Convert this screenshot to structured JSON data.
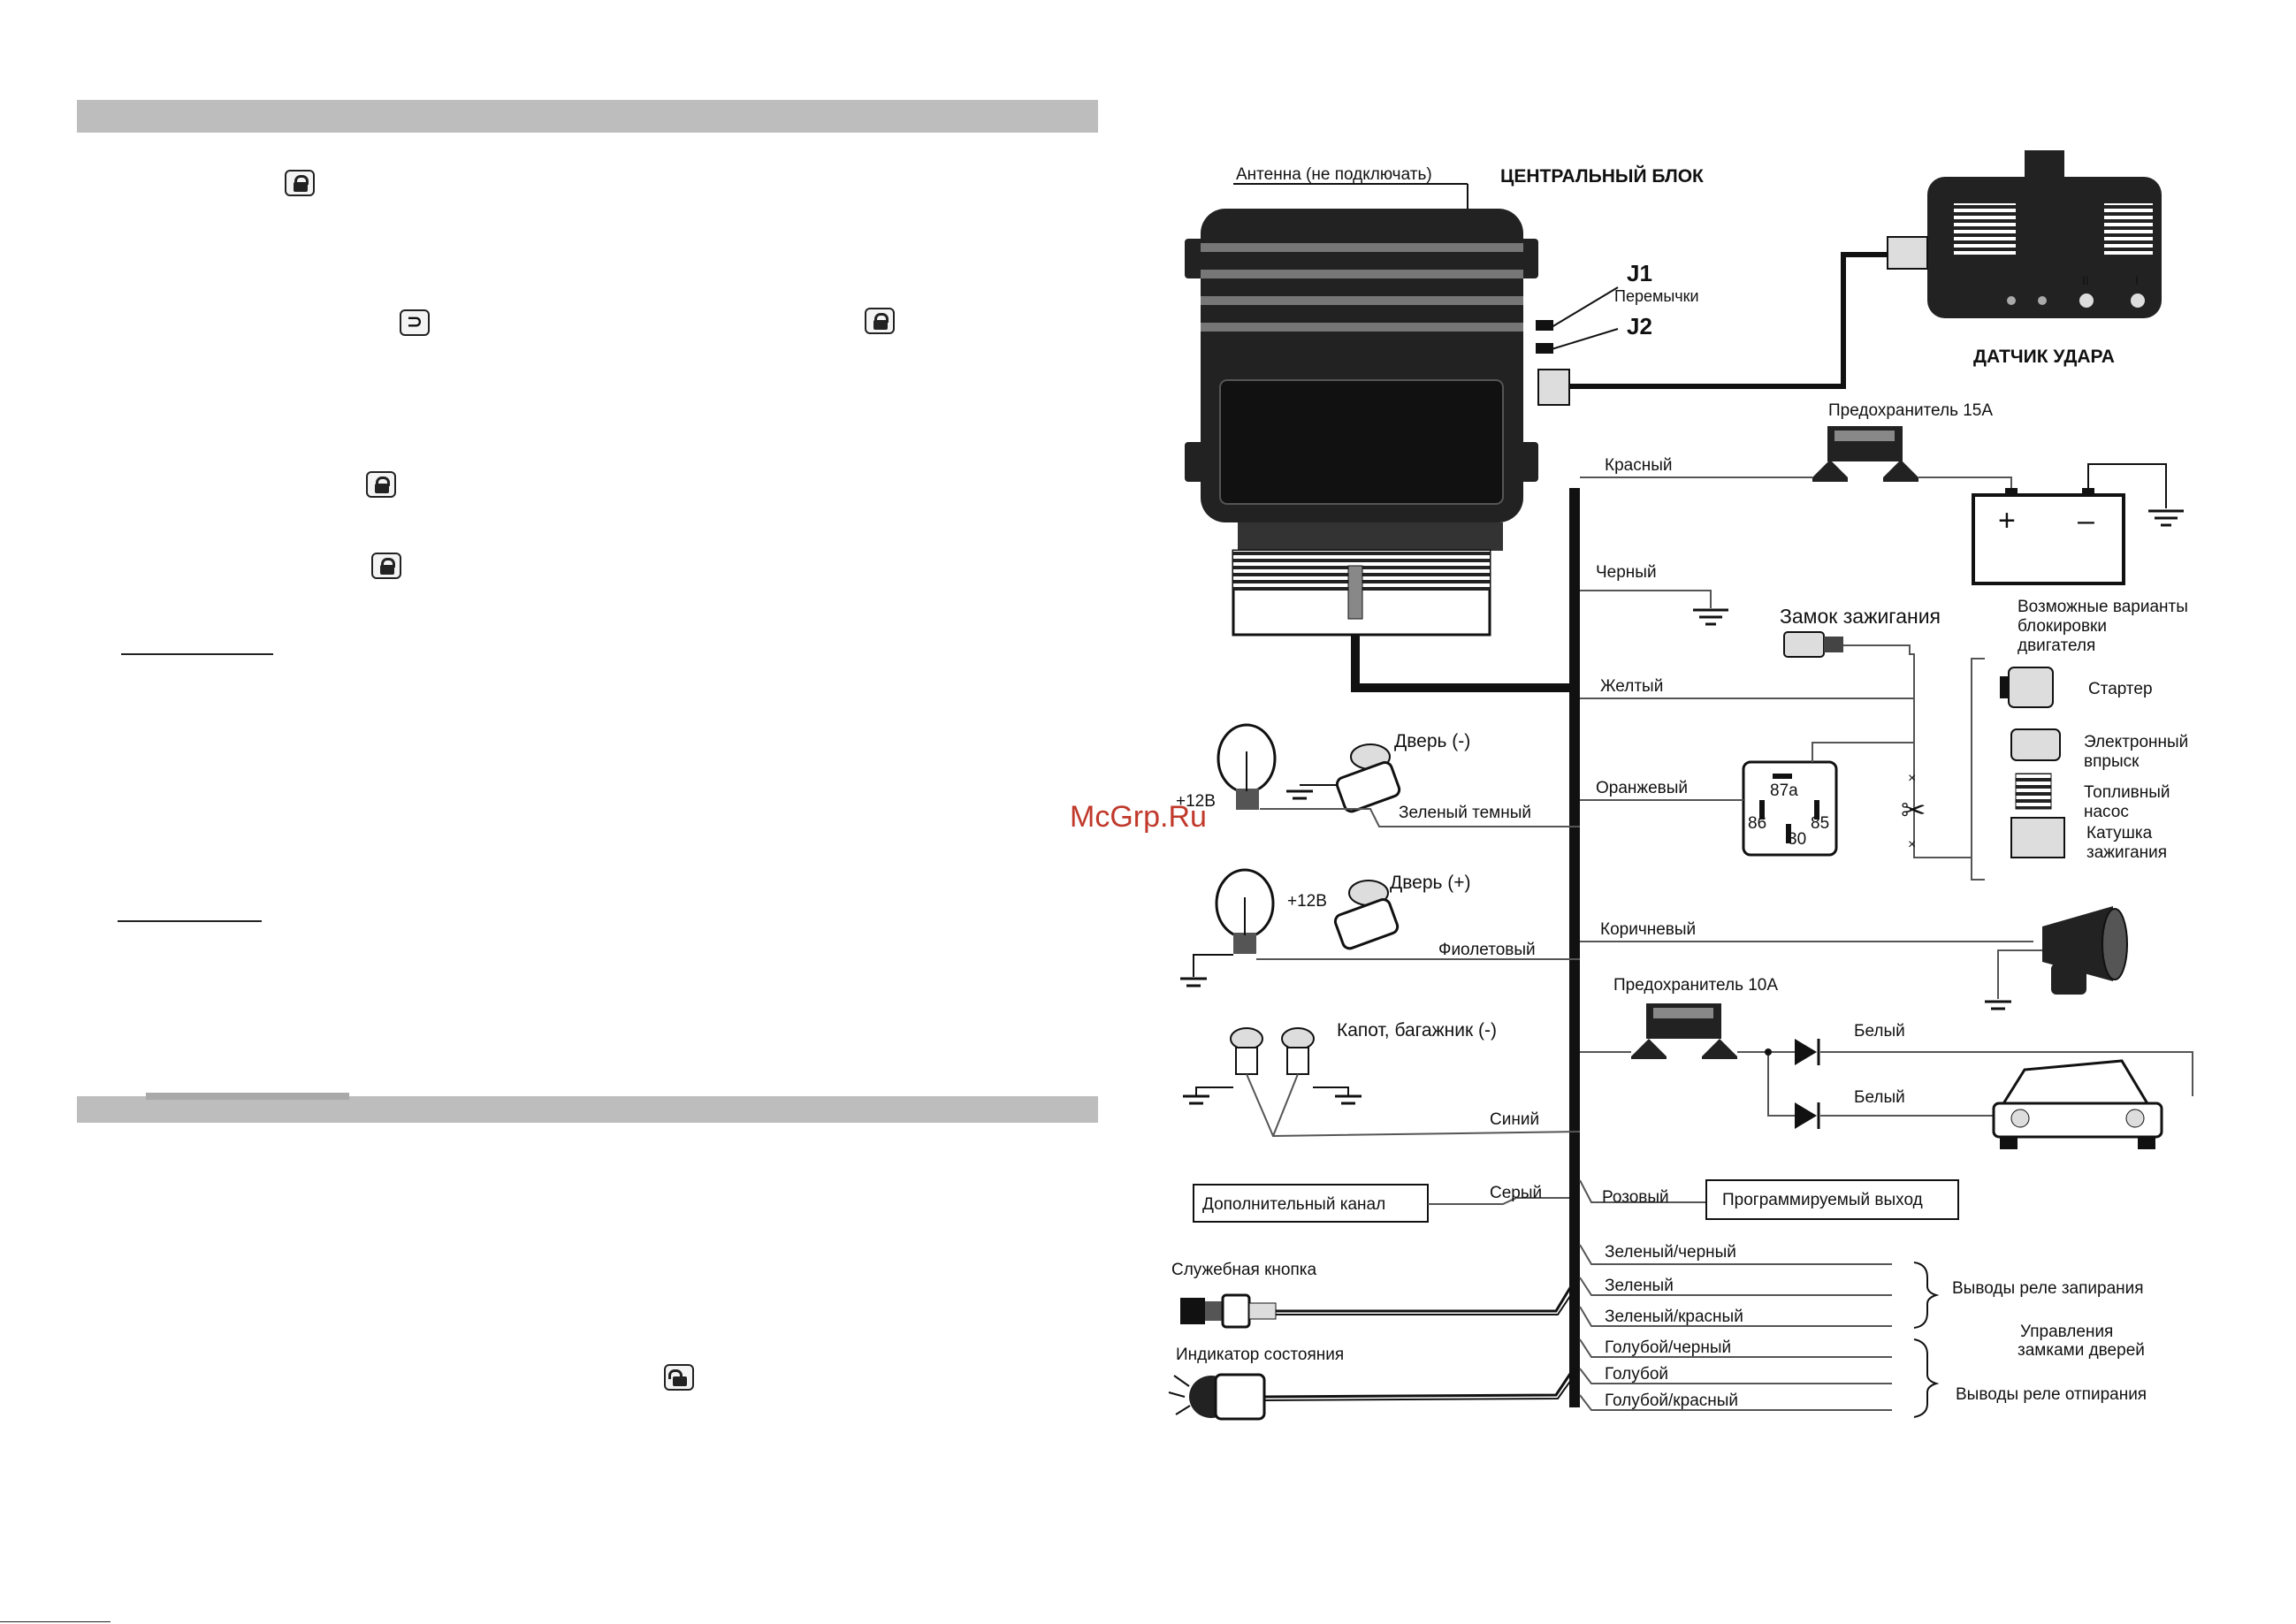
{
  "labels": {
    "antenna": "Антенна (не подключать)",
    "central_unit": "ЦЕНТРАЛЬНЫЙ БЛОК",
    "j1": "J1",
    "jumpers": "Перемычки",
    "j2": "J2",
    "shock_sensor": "ДАТЧИК УДАРА",
    "shock_ii": "II",
    "shock_i": "I",
    "fuse_15": "Предохранитель 15А",
    "red": "Красный",
    "plus": "+",
    "minus": "–",
    "black": "Черный",
    "ignition_lock": "Замок зажигания",
    "engine_block_variants_1": "Возможные варианты",
    "engine_block_variants_2": "блокировки",
    "engine_block_variants_3": "двигателя",
    "yellow": "Желтый",
    "starter": "Стартер",
    "injection_1": "Электронный",
    "injection_2": "впрыск",
    "fuel_pump_1": "Топливный",
    "fuel_pump_2": "насос",
    "coil_1": "Катушка",
    "coil_2": "зажигания",
    "door_minus": "Дверь (-)",
    "plus12_a": "+12В",
    "green_dark": "Зеленый темный",
    "orange": "Оранжевый",
    "relay_87a": "87а",
    "relay_86": "86",
    "relay_85": "85",
    "relay_30": "30",
    "watermark": "McGrp.Ru",
    "door_plus": "Дверь (+)",
    "plus12_b": "+12В",
    "violet": "Фиолетовый",
    "brown": "Коричневый",
    "fuse_10": "Предохранитель 10А",
    "hood_trunk": "Капот, багажник (-)",
    "white_1": "Белый",
    "white_2": "Белый",
    "blue": "Синий",
    "aux_channel": "Дополнительный канал",
    "grey": "Серый",
    "pink": "Розовый",
    "prog_output": "Программируемый выход",
    "service_button": "Служебная кнопка",
    "green_black": "Зеленый/черный",
    "green": "Зеленый",
    "green_red": "Зеленый/красный",
    "lock_relay_outputs": "Выводы реле запирания",
    "door_lock_control_1": "Управления",
    "door_lock_control_2": "замками дверей",
    "status_indicator": "Индикатор состояния",
    "lightblue_black": "Голубой/черный",
    "lightblue": "Голубой",
    "lightblue_red": "Голубой/красный",
    "unlock_relay_outputs": "Выводы реле отпирания"
  },
  "icons": [
    "lock-icon",
    "lock-icon",
    "trunk-icon",
    "lock-icon",
    "lock-icon",
    "lock-icon",
    "unlock-icon"
  ],
  "colors": {
    "header_bar": "#bdbdbd",
    "watermark": "#c0392b"
  }
}
